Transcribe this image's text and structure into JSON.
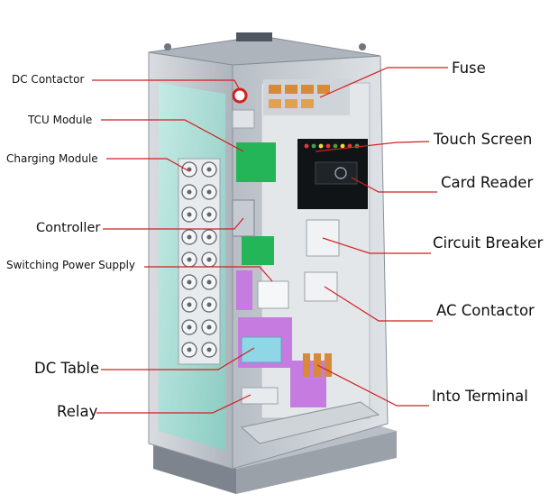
{
  "colors": {
    "leader": "#d21f1f",
    "cabinet_body": "#c9ced4",
    "cabinet_dark": "#6f7680",
    "glass": "#9fe3d6",
    "inner_panel": "#e4e7ea",
    "pcb_green": "#23b558",
    "purple": "#c57be0",
    "copper": "#d88a3a",
    "screen": "#111417"
  },
  "labels": {
    "left": {
      "dc_contactor": "DC Contactor",
      "tcu_module": "TCU Module",
      "charging_module": "Charging Module",
      "controller": "Controller",
      "switching_power_supply": "Switching Power Supply",
      "dc_table": "DC Table",
      "relay": "Relay"
    },
    "right": {
      "fuse": "Fuse",
      "touch_screen": "Touch Screen",
      "card_reader": "Card Reader",
      "circuit_breaker": "Circuit Breaker",
      "ac_contactor": "AC Contactor",
      "into_terminal": "Into Terminal"
    }
  }
}
